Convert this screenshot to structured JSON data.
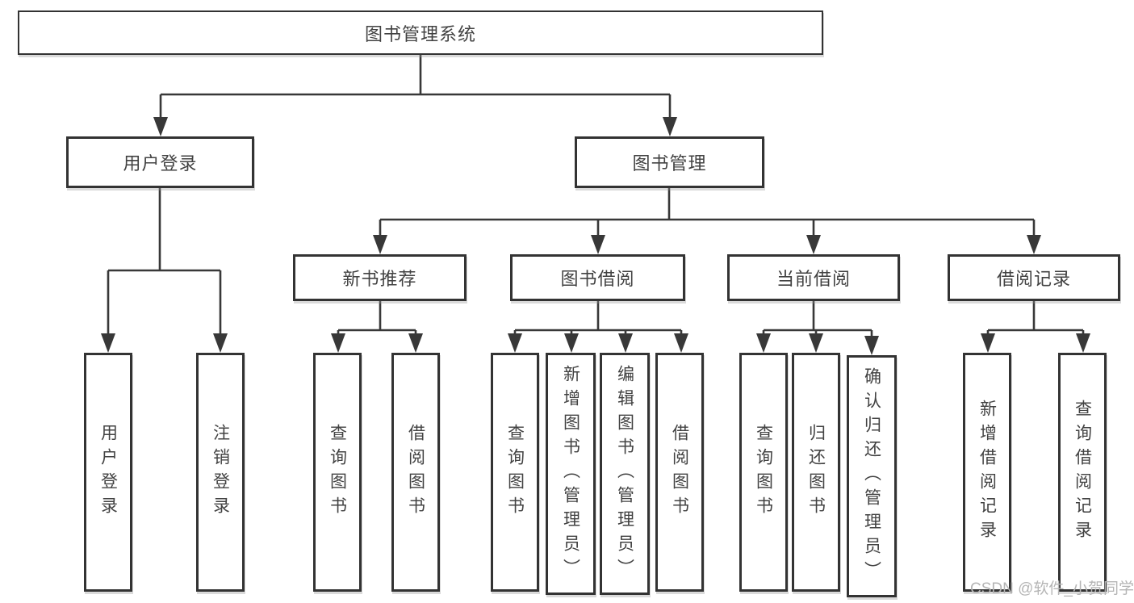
{
  "diagram_title": "图书管理系统",
  "colors": {
    "line": "#383838",
    "box_border": "#333333",
    "text": "#424242",
    "background": "#ffffff",
    "watermark": "#b5b5b5"
  },
  "tree": {
    "label": "图书管理系统",
    "children": [
      {
        "label": "用户登录",
        "children": [
          {
            "label": "用户登录"
          },
          {
            "label": "注销登录"
          }
        ]
      },
      {
        "label": "图书管理",
        "children": [
          {
            "label": "新书推荐",
            "children": [
              {
                "label": "查询图书"
              },
              {
                "label": "借阅图书"
              }
            ]
          },
          {
            "label": "图书借阅",
            "children": [
              {
                "label": "查询图书"
              },
              {
                "label": "新增图书（管理员）"
              },
              {
                "label": "编辑图书（管理员）"
              },
              {
                "label": "借阅图书"
              }
            ]
          },
          {
            "label": "当前借阅",
            "children": [
              {
                "label": "查询图书"
              },
              {
                "label": "归还图书"
              },
              {
                "label": "确认归还（管理员）"
              }
            ]
          },
          {
            "label": "借阅记录",
            "children": [
              {
                "label": "新增借阅记录"
              },
              {
                "label": "查询借阅记录"
              }
            ]
          }
        ]
      }
    ]
  },
  "watermark": {
    "text": "CSDN @软件_小贺同学"
  }
}
